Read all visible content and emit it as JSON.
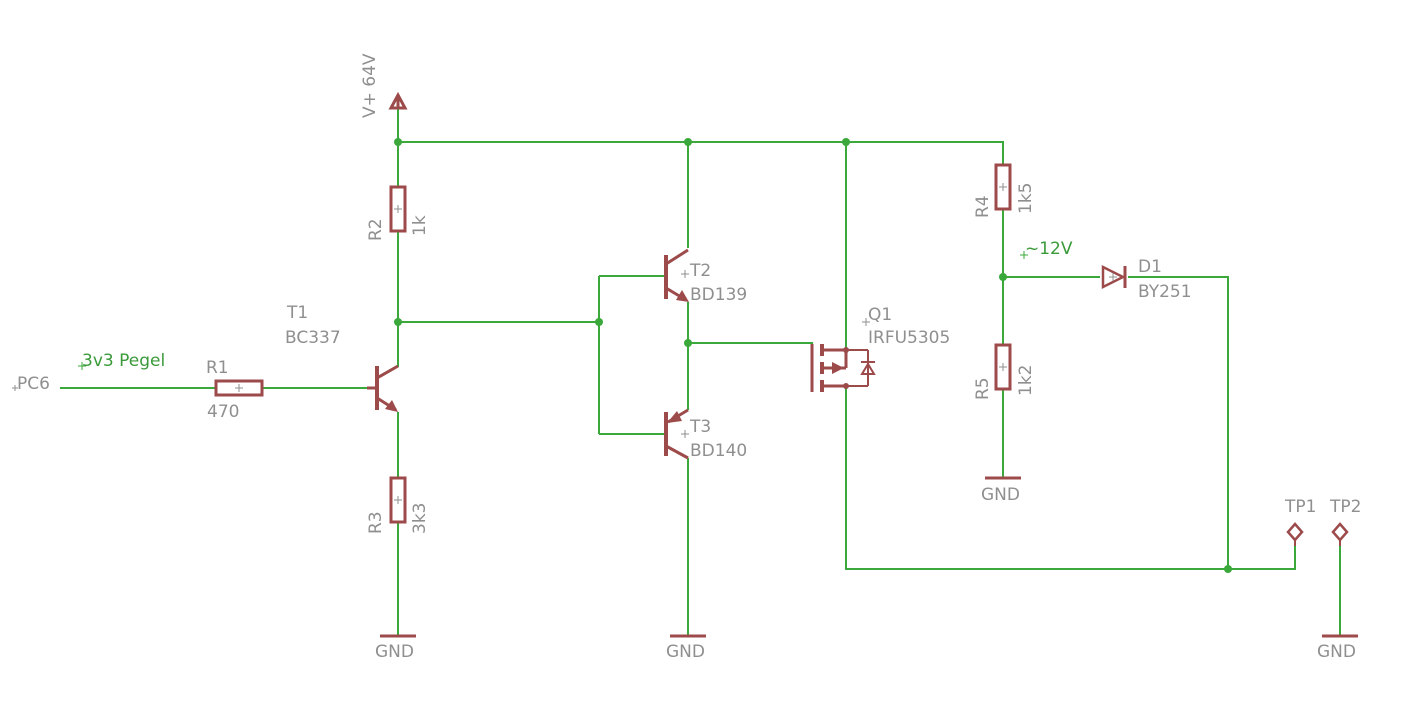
{
  "supply": {
    "label": "V+ 64V",
    "color": "#9c4a4a"
  },
  "nets": {
    "input": "3v3 Pegel",
    "mid": "~12V",
    "color": "#3aa83a"
  },
  "ports": {
    "pc6": "PC6"
  },
  "gnd": {
    "label": "GND"
  },
  "parts": {
    "r1": {
      "name": "R1",
      "value": "470"
    },
    "r2": {
      "name": "R2",
      "value": "1k"
    },
    "r3": {
      "name": "R3",
      "value": "3k3"
    },
    "r4": {
      "name": "R4",
      "value": "1k5"
    },
    "r5": {
      "name": "R5",
      "value": "1k2"
    },
    "t1": {
      "name": "T1",
      "value": "BC337"
    },
    "t2": {
      "name": "T2",
      "value": "BD139"
    },
    "t3": {
      "name": "T3",
      "value": "BD140"
    },
    "q1": {
      "name": "Q1",
      "value": "IRFU5305"
    },
    "d1": {
      "name": "D1",
      "value": "BY251"
    },
    "tp1": {
      "name": "TP1"
    },
    "tp2": {
      "name": "TP2"
    }
  }
}
